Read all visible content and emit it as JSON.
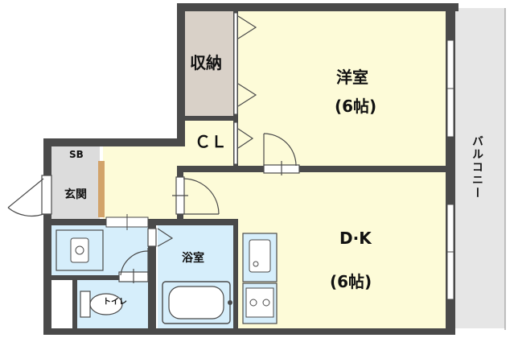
{
  "rooms": {
    "western": {
      "name": "洋室",
      "size": "(6帖)"
    },
    "storage": {
      "name": "収納"
    },
    "closet": {
      "name": "ＣＬ"
    },
    "sb": {
      "name": "SB"
    },
    "entrance": {
      "name": "玄関"
    },
    "dk": {
      "name": "D·K",
      "size": "(6帖)"
    },
    "bath": {
      "name": "浴室"
    },
    "toilet": {
      "name": "トイレ"
    },
    "balcony": {
      "name": "バルコニー"
    }
  },
  "colors": {
    "wall": "#4a4a4a",
    "western_floor": "#fdfbd8",
    "dk_floor": "#fdfbd8",
    "storage_floor": "#d9d1c8",
    "entrance_floor": "#dcdcdc",
    "wet_floor": "#d6eefb",
    "balcony_floor": "#e6e6e6"
  }
}
